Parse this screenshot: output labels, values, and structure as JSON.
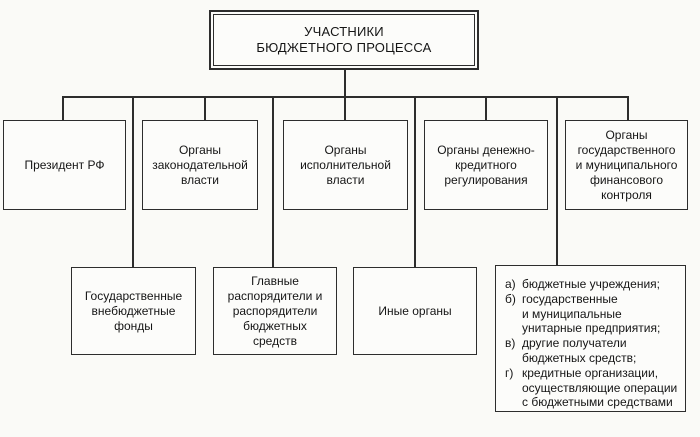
{
  "diagram": {
    "colors": {
      "line": "#2d2d2d",
      "background": "#fafaf7",
      "text": "#151515"
    },
    "root": {
      "title": "УЧАСТНИКИ\nБЮДЖЕТНОГО ПРОЦЕССА"
    },
    "level1": [
      {
        "label": "Президент РФ"
      },
      {
        "label": "Органы\nзаконодательной\nвласти"
      },
      {
        "label": "Органы\nисполнительной\nвласти"
      },
      {
        "label": "Органы денежно-\nкредитного\nрегулирования"
      },
      {
        "label": "Органы\nгосударственного\nи муниципального\nфинансового\nконтроля"
      }
    ],
    "level2": [
      {
        "label": "Государственные\nвнебюджетные\nфонды"
      },
      {
        "label": "Главные\nраспорядители и\nраспорядители\nбюджетных\nсредств"
      },
      {
        "label": "Иные органы"
      }
    ],
    "recipients": {
      "items": [
        {
          "marker": "а)",
          "text": "бюджетные учреждения;"
        },
        {
          "marker": "б)",
          "text": "государственные\nи муниципальные\nунитарные предприятия;"
        },
        {
          "marker": "в)",
          "text": "другие получатели\nбюджетных средств;"
        },
        {
          "marker": "г)",
          "text": "кредитные организации,\nосуществляющие операции\nс бюджетными средствами"
        }
      ]
    }
  }
}
